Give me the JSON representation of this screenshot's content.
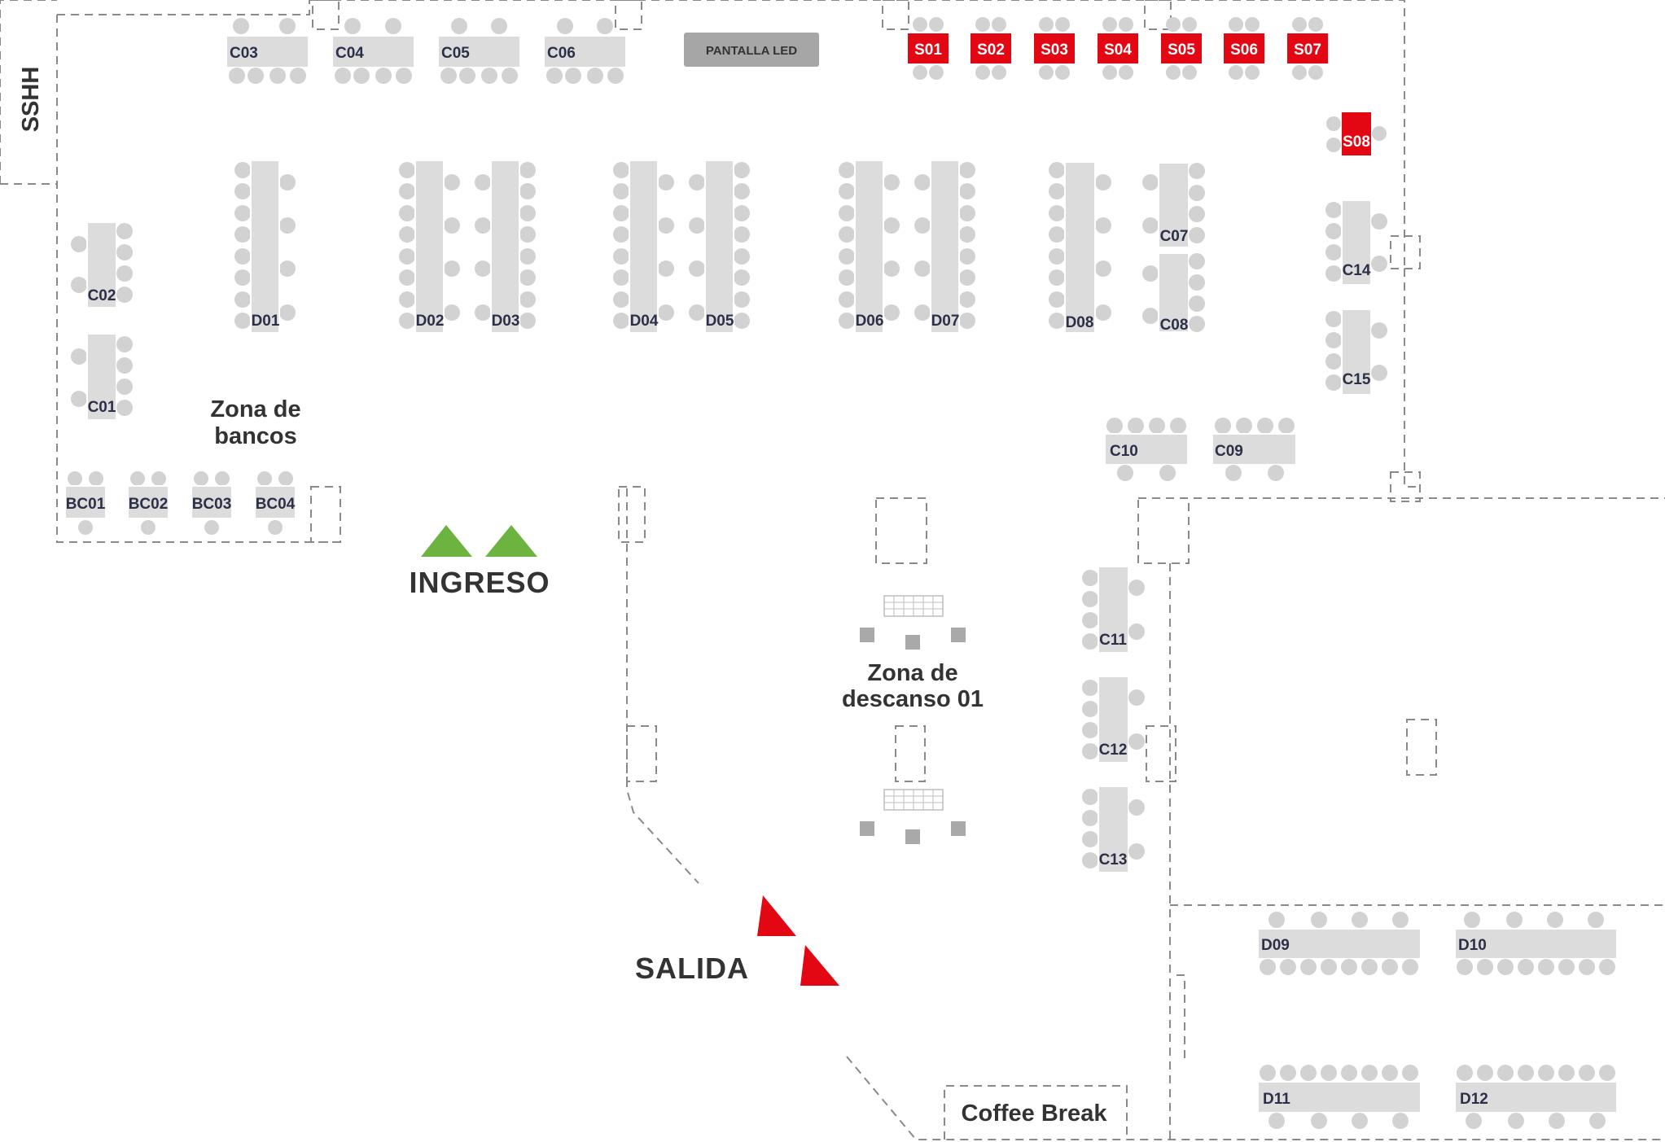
{
  "labels": {
    "sshh": "SSHH",
    "pantalla": "PANTALLA LED",
    "zona_bancos_1": "Zona de",
    "zona_bancos_2": "bancos",
    "ingreso": "INGRESO",
    "salida": "SALIDA",
    "zona_descanso_1": "Zona de",
    "zona_descanso_2": "descanso 01",
    "coffee": "Coffee Break"
  },
  "tables": {
    "c03": "C03",
    "c04": "C04",
    "c05": "C05",
    "c06": "C06",
    "c01": "C01",
    "c02": "C02",
    "c07": "C07",
    "c08": "C08",
    "c09": "C09",
    "c10": "C10",
    "c11": "C11",
    "c12": "C12",
    "c13": "C13",
    "c14": "C14",
    "c15": "C15",
    "d01": "D01",
    "d02": "D02",
    "d03": "D03",
    "d04": "D04",
    "d05": "D05",
    "d06": "D06",
    "d07": "D07",
    "d08": "D08",
    "d09": "D09",
    "d10": "D10",
    "d11": "D11",
    "d12": "D12",
    "bc01": "BC01",
    "bc02": "BC02",
    "bc03": "BC03",
    "bc04": "BC04"
  },
  "stands": {
    "s01": "S01",
    "s02": "S02",
    "s03": "S03",
    "s04": "S04",
    "s05": "S05",
    "s06": "S06",
    "s07": "S07",
    "s08": "S08"
  },
  "colors": {
    "stand": "#e30613",
    "entrance": "#6db33f",
    "exit": "#e30613",
    "table": "#dcdcdc",
    "chair": "#d2d2d2",
    "wall": "#8a8a8a",
    "screen": "#a6a6a6",
    "text": "#333333",
    "table_label": "#2c2f48"
  }
}
